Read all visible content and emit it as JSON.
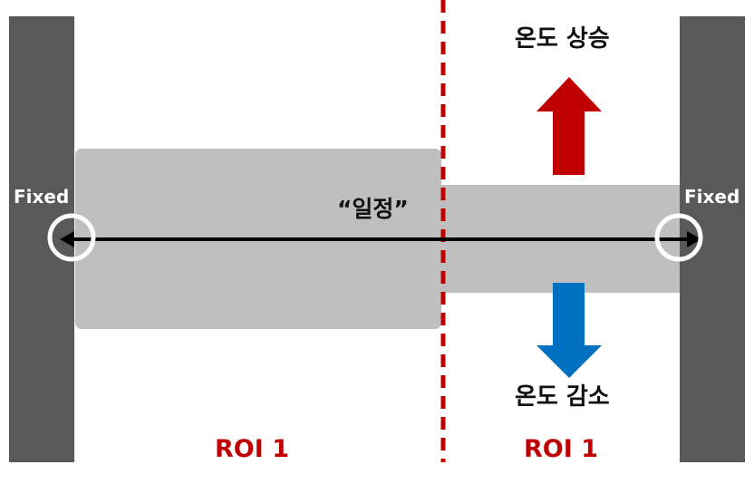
{
  "colors": {
    "wall": "#595959",
    "beam": "#bfbfbf",
    "divider": "#c00000",
    "arrow_up": "#c00000",
    "arrow_down": "#0070c0",
    "roi_text": "#c00000",
    "span_line": "#000000"
  },
  "labels": {
    "fixed_left": "Fixed",
    "fixed_right": "Fixed",
    "constant": "“일정”",
    "temp_rise": "온도 상승",
    "temp_fall": "온도 감소",
    "roi_left": "ROI 1",
    "roi_right": "ROI 1"
  },
  "icons": {
    "up": "arrow-up-icon",
    "down": "arrow-down-icon",
    "support": "ring-icon"
  }
}
